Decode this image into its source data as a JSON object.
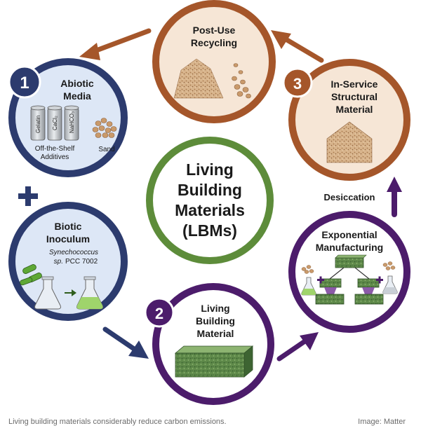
{
  "colors": {
    "navy": "#2c3b6e",
    "copper": "#a5562a",
    "purple": "#4c1c6b",
    "green": "#5d8c3a",
    "pale_blue": "#dde7f6",
    "pale_peach": "#f6e6d6"
  },
  "center": {
    "lines": [
      "Living",
      "Building",
      "Materials",
      "(LBMs)"
    ]
  },
  "nodes": {
    "abiotic": {
      "number": "1",
      "title_lines": [
        "Abiotic",
        "Media"
      ],
      "jars": [
        "Gelatin",
        "CaCl₂",
        "NaHCO₃"
      ],
      "sand_label": "Sand",
      "additives_lines": [
        "Off-the-Shelf",
        "Additives"
      ]
    },
    "plus": "+",
    "biotic": {
      "title_lines": [
        "Biotic",
        "Inoculum"
      ],
      "organism_italic": "Synechococcus",
      "organism_line2_italic": "sp.",
      "organism_line2_rest": "PCC 7002"
    },
    "living": {
      "number": "2",
      "title_lines": [
        "Living",
        "Building",
        "Material"
      ]
    },
    "manufacturing": {
      "title_lines": [
        "Exponential",
        "Manufacturing"
      ]
    },
    "desiccation": "Desiccation",
    "inservice": {
      "number": "3",
      "title_lines": [
        "In-Service",
        "Structural",
        "Material"
      ]
    },
    "recycling": {
      "title_lines": [
        "Post-Use",
        "Recycling"
      ]
    }
  },
  "caption": "Living building materials considerably reduce carbon emissions.",
  "credit": "Image: Matter"
}
